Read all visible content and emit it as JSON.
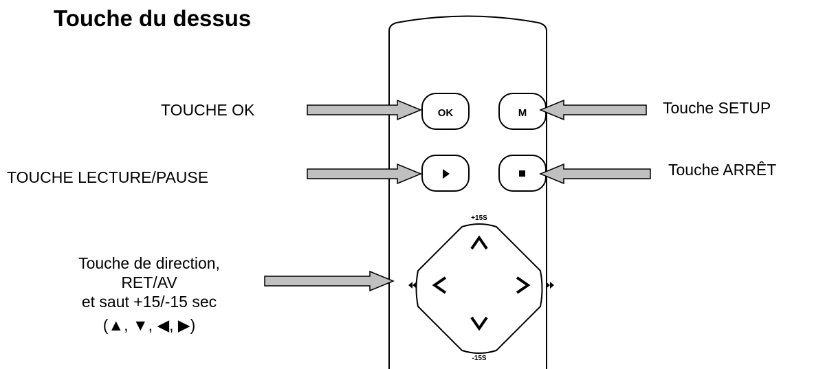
{
  "title": "Touche du dessus",
  "labels": {
    "ok": "TOUCHE OK",
    "setup": "Touche SETUP",
    "play_pause": "TOUCHE LECTURE/PAUSE",
    "stop": "Touche ARRÊT",
    "direction_line1": "Touche de direction,",
    "direction_line2": "RET/AV",
    "direction_line3": "et saut +15/-15 sec",
    "direction_line4": "(▲, ▼, ◀, ▶)"
  },
  "remote": {
    "ok_button": "OK",
    "m_button": "M",
    "skip_plus": "+15S",
    "skip_minus": "-15S"
  },
  "colors": {
    "arrow_fill": "#c0c0c0",
    "outline": "#000000"
  },
  "icons": {
    "play": "play-icon",
    "stop": "stop-icon",
    "up": "chevron-up-icon",
    "down": "chevron-down-icon",
    "left": "chevron-left-icon",
    "right": "chevron-right-icon",
    "rewind": "rewind-icon",
    "fast_forward": "fast-forward-icon"
  }
}
